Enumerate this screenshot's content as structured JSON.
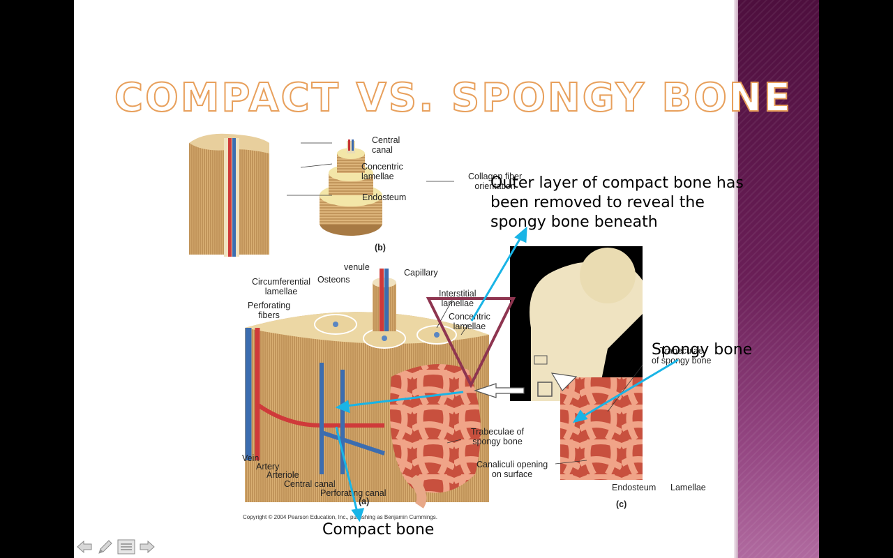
{
  "slide": {
    "title": "Compact vs. Spongy Bone",
    "annotations": {
      "outer_layer": "Outer layer of compact bone has been removed to reveal the spongy bone beneath",
      "spongy_bone": "Spongy bone",
      "compact_bone": "Compact bone"
    }
  },
  "figure": {
    "labels": {
      "central_canal_b": "Central\ncanal",
      "concentric_lamellae_b": "Concentric\nlamellae",
      "endosteum_b": "Endosteum",
      "collagen": "Collagen fiber\norientation",
      "panel_b": "(b)",
      "venule": "venule",
      "capillary": "Capillary",
      "circumferential": "Circumferential\nlamellae",
      "osteons": "Osteons",
      "interstitial": "Interstitial\nlamellae",
      "perforating_fibers": "Perforating\nfibers",
      "concentric_lamellae_a": "Concentric\nlamellae",
      "trabeculae_c": "Trabeculae\nof spongy bone",
      "trabeculae_a": "Trabeculae of\nspongy bone",
      "canaliculi": "Canaliculi opening\non surface",
      "vein": "Vein",
      "artery": "Artery",
      "arteriole": "Arteriole",
      "central_canal_a": "Central canal",
      "perforating_canal": "Perforating canal",
      "panel_a": "(a)",
      "endosteum_c": "Endosteum",
      "lamellae_c": "Lamellae",
      "panel_c": "(c)",
      "copyright": "Copyright © 2004 Pearson Education, Inc., publishing as Benjamin Cummings."
    }
  },
  "colors": {
    "title_outline": "#e8a05c",
    "arrow": "#19b4e6",
    "triangle": "#8e3550",
    "sidebar": "#6a1f57"
  },
  "nav": {
    "icons": [
      "back-arrow-icon",
      "pen-icon",
      "menu-icon",
      "forward-arrow-icon"
    ]
  }
}
